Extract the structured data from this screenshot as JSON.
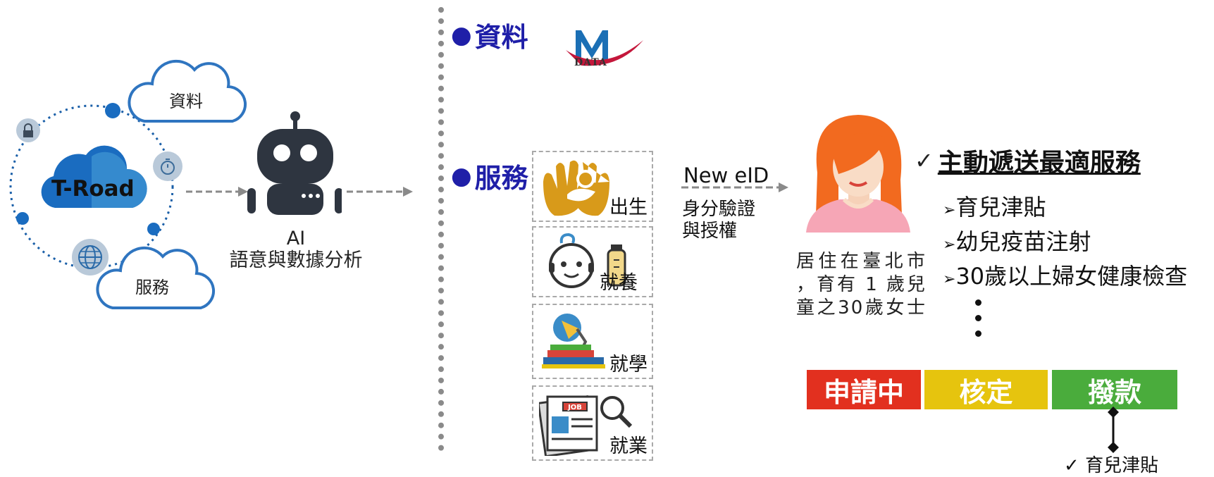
{
  "t_road": {
    "label": "T-Road",
    "cloud_top_label": "資料",
    "cloud_bottom_label": "服務"
  },
  "ai": {
    "title": "AI",
    "subtitle": "語意與數據分析"
  },
  "sections": {
    "data_heading": "資料",
    "service_heading": "服務",
    "logo_text": "DATA"
  },
  "services": [
    {
      "label": "出生",
      "icon": "hands-baby-icon"
    },
    {
      "label": "就養",
      "icon": "baby-bottle-icon"
    },
    {
      "label": "就學",
      "icon": "books-lamp-icon"
    },
    {
      "label": "就業",
      "icon": "job-newspaper-icon"
    }
  ],
  "eid": {
    "title": "New eID",
    "caption_line1": "身分驗證",
    "caption_line2": "與授權"
  },
  "resident": {
    "line1": "居住在臺北市",
    "line2": "，育有 1 歲兒",
    "line3": "童之30歲女士"
  },
  "benefits": {
    "check": "✓",
    "title": "主動遞送最適服務",
    "bullet": "➢",
    "items": [
      "育兒津貼",
      "幼兒疫苗注射",
      "30歲以上婦女健康檢查"
    ]
  },
  "status": {
    "steps": [
      {
        "label": "申請中",
        "color": "#e2301f"
      },
      {
        "label": "核定",
        "color": "#e6c40e"
      },
      {
        "label": "撥款",
        "color": "#4aac3c"
      }
    ],
    "note_check": "✓",
    "note": "育兒津貼"
  },
  "colors": {
    "heading_blue": "#1f1fa8",
    "ring_blue": "#1a5fa8",
    "cloud_stroke": "#2f75c0",
    "arrow_gray": "#8a8a8a",
    "hair_orange": "#f26a1f"
  }
}
